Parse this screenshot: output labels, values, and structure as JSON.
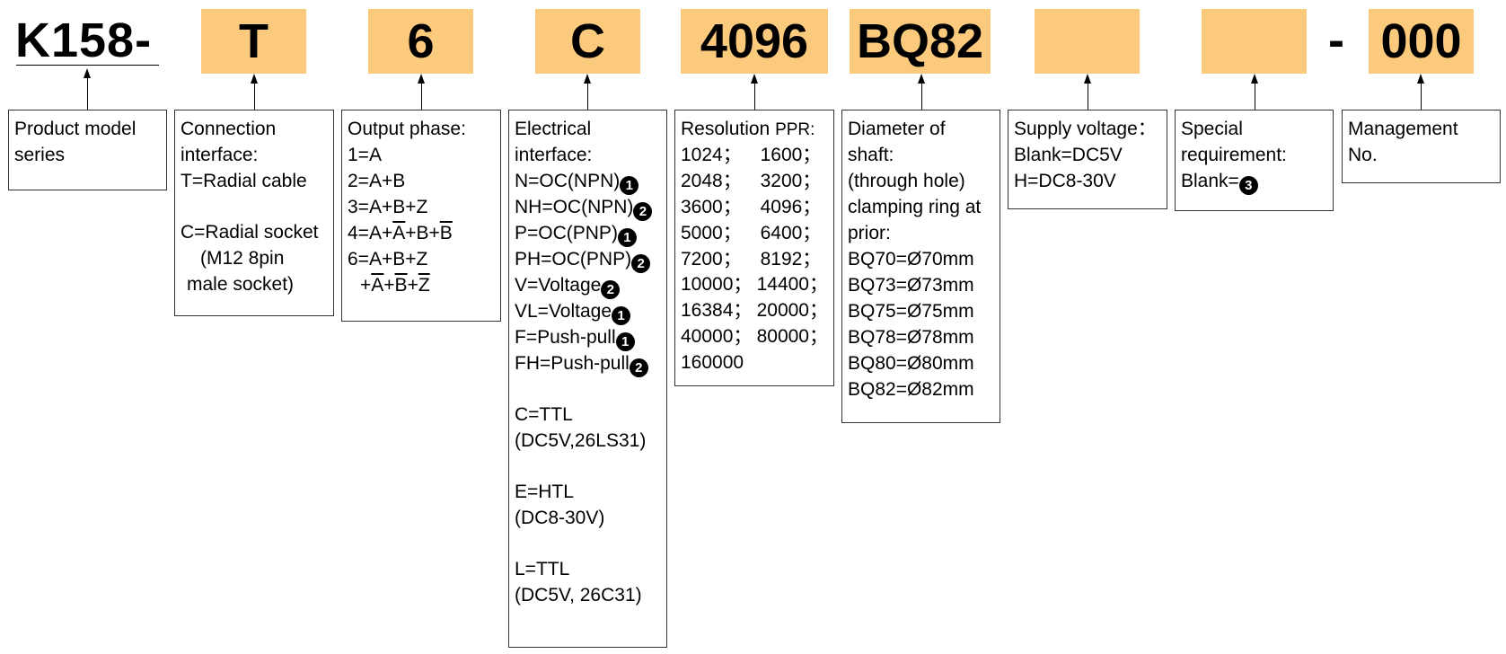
{
  "header": {
    "prefix": "K158-",
    "codes": [
      "T",
      "6",
      "C",
      "4096",
      "BQ82",
      "",
      "",
      "000"
    ],
    "dash": "-"
  },
  "boxes": {
    "series": [
      "Product model",
      "series"
    ],
    "connection": {
      "lines": [
        "Connection",
        "interface:",
        "T=Radial cable"
      ],
      "lines2": [
        "C=Radial socket",
        "(M12 8pin",
        "male socket)"
      ]
    },
    "output": {
      "title": "Output phase:",
      "l1": "1=A",
      "l2": "2=A+B",
      "l3": "3=A+B+Z",
      "l4": [
        "4=A+",
        "A",
        "+B+",
        "B"
      ],
      "l5": "6=A+B+Z",
      "l6": [
        "+",
        "A",
        "+",
        "B",
        "+",
        "Z"
      ]
    },
    "electrical": {
      "title": [
        "Electrical",
        "interface:"
      ],
      "items": [
        {
          "text": "N=OC(NPN)",
          "mark": "1"
        },
        {
          "text": "NH=OC(NPN)",
          "mark": "2"
        },
        {
          "text": "P=OC(PNP)",
          "mark": "1"
        },
        {
          "text": "PH=OC(PNP)",
          "mark": "2"
        },
        {
          "text": "V=Voltage",
          "mark": "2"
        },
        {
          "text": "VL=Voltage",
          "mark": "1"
        },
        {
          "text": "F=Push-pull",
          "mark": "1"
        },
        {
          "text": "FH=Push-pull",
          "mark": "2"
        }
      ],
      "c": [
        "C=TTL",
        "(DC5V,26LS31)"
      ],
      "e": [
        "E=HTL",
        "(DC8-30V)"
      ],
      "l": [
        "L=TTL",
        "(DC5V, 26C31)"
      ]
    },
    "resolution": {
      "title": "Resolution",
      "unit": "PPR:",
      "rows": [
        [
          "1024；",
          "1600；"
        ],
        [
          "2048；",
          "3200；"
        ],
        [
          "3600；",
          "4096；"
        ],
        [
          "5000；",
          "6400；"
        ],
        [
          "7200；",
          "8192；"
        ],
        [
          "10000；",
          "14400；"
        ],
        [
          "16384；",
          "20000；"
        ],
        [
          "40000；",
          "80000；"
        ],
        [
          "160000",
          ""
        ]
      ]
    },
    "diameter": [
      "Diameter of",
      "shaft:",
      "(through hole)",
      "clamping ring at",
      "prior:",
      "BQ70=Ø70mm",
      "BQ73=Ø73mm",
      "BQ75=Ø75mm",
      "BQ78=Ø78mm",
      "BQ80=Ø80mm",
      "BQ82=Ø82mm"
    ],
    "supply": [
      "Supply voltage：",
      "Blank=DC5V",
      "H=DC8-30V"
    ],
    "special": {
      "lines": [
        "Special",
        "requirement:"
      ],
      "blank": "Blank=",
      "mark": "3"
    },
    "management": [
      "Management",
      "No."
    ]
  },
  "colors": {
    "code_bg": "#fcca7d",
    "line": "#000000"
  }
}
